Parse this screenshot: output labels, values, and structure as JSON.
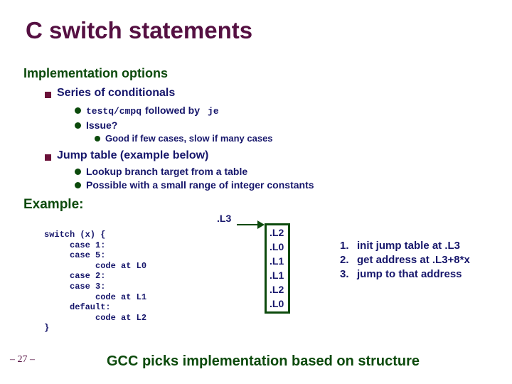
{
  "slide": {
    "title": "C switch statements",
    "section_heading": "Implementation options",
    "bullets": {
      "series": {
        "label": "Series of conditionals",
        "line1": {
          "code1": "testq/cmpq",
          "mid": "followed by",
          "code2": "je"
        },
        "line2": "Issue?",
        "line2_sub": "Good if few cases, slow if many cases"
      },
      "jump": {
        "label": "Jump table (example below)",
        "sub1": "Lookup branch target from a table",
        "sub2": "Possible with a small range of integer constants"
      }
    },
    "example": {
      "heading": "Example:",
      "code": "switch (x) {\n     case 1:\n     case 5:\n          code at L0\n     case 2:\n     case 3:\n          code at L1\n     default:\n          code at L2\n}",
      "jump_table_label": ".L3",
      "jump_table_entries": [
        ".L2",
        ".L0",
        ".L1",
        ".L1",
        ".L2",
        ".L0"
      ],
      "steps": [
        {
          "num": "1.",
          "text": "init jump table at .L3"
        },
        {
          "num": "2.",
          "text": "get address at .L3+8*x"
        },
        {
          "num": "3.",
          "text": "jump to that address"
        }
      ]
    },
    "footer": {
      "page_number": "– 27 –",
      "note": "GCC picks implementation based on structure"
    },
    "colors": {
      "title_maroon": "#551042",
      "bullet_maroon": "#6B1139",
      "heading_green": "#0C4A0C",
      "body_navy": "#16166B"
    }
  }
}
